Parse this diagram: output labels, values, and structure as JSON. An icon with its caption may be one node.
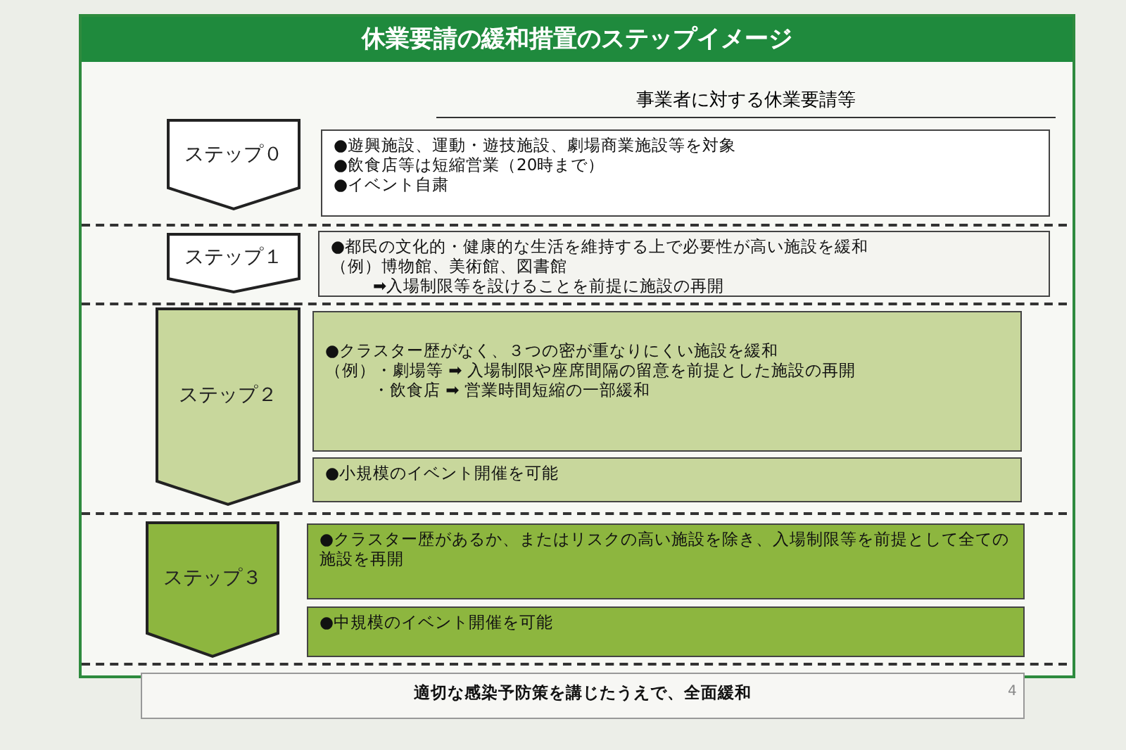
{
  "diagram": {
    "title": "休業要請の緩和措置のステップイメージ",
    "nodes": [
      {
        "text": [
          "ステップ０"
        ]
      },
      {
        "text": [
          "●遊興施設、運動・遊技施設、劇場商業施設等を対象",
          "●飲食店等は短縮営業（20時まで）",
          "●イベント自粛"
        ]
      },
      {
        "text": [
          "ステップ１"
        ]
      },
      {
        "text": [
          "●都民の文化的・健康的な生活を維持する上で必要性が高い施設を緩和",
          "（例）博物館、美術館、図書館",
          "➡入場制限等を設けることを前提に施設の再開"
        ]
      },
      {
        "text": [
          "ステップ２"
        ]
      },
      {
        "text": [
          "●クラスター歴がなく、３つの密が重なりにくい施設を緩和",
          "（例）・劇場等 ➡ 入場制限や座席間隔の留意を前提とした施設の再開",
          "・飲食店 ➡ 営業時間短縮の一部緩和"
        ]
      },
      {
        "text": [
          "●小規模のイベント開催を可能"
        ]
      },
      {
        "text": [
          "ステップ３"
        ]
      },
      {
        "text": [
          "●クラスター歴があるか、またはリスクの高い施設を除き、入場制限等を前提として全ての施設を再開"
        ]
      },
      {
        "text": [
          "●中規模のイベント開催を可能"
        ]
      },
      {
        "text": [
          "適切な感染予防策を講じたうえで、全面緩和"
        ]
      }
    ],
    "labels": [
      "事業者に対する休業要請等",
      "4"
    ]
  }
}
